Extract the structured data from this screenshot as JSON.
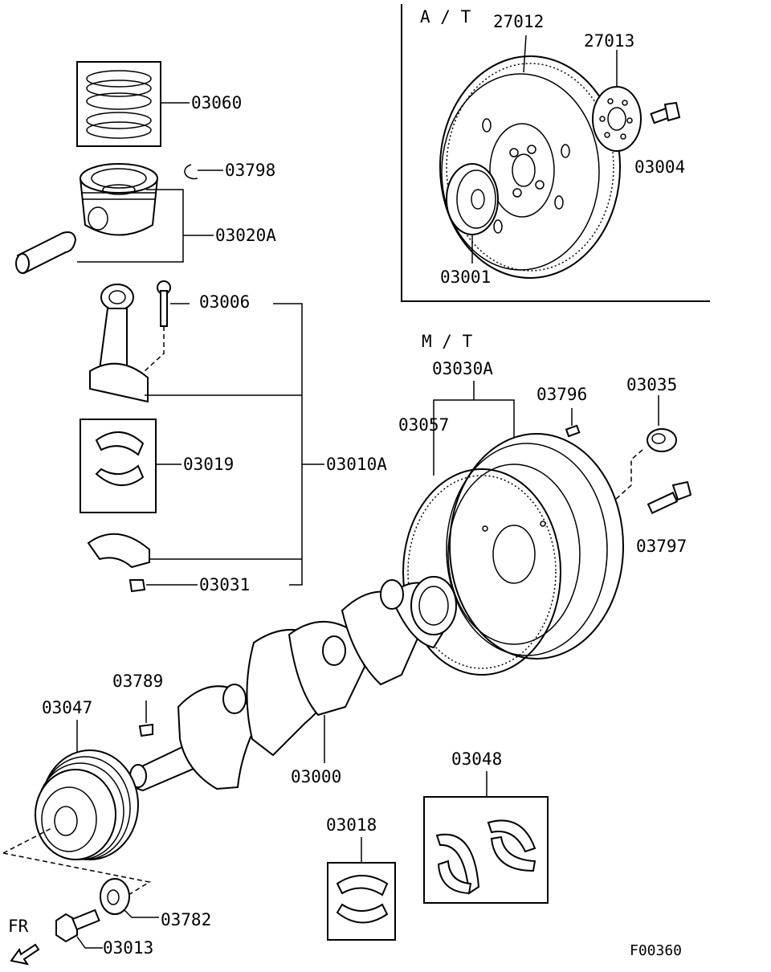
{
  "sections": {
    "at": "A / T",
    "mt": "M / T"
  },
  "parts": {
    "p27012": "27012",
    "p27013": "27013",
    "p03004": "03004",
    "p03001": "03001",
    "p03060": "03060",
    "p03798": "03798",
    "p03020A": "03020A",
    "p03006": "03006",
    "p03019": "03019",
    "p03010A": "03010A",
    "p03031": "03031",
    "p03030A": "03030A",
    "p03796": "03796",
    "p03035": "03035",
    "p03057": "03057",
    "p03797": "03797",
    "p03789": "03789",
    "p03047": "03047",
    "p03000": "03000",
    "p03048": "03048",
    "p03018": "03018",
    "p03782": "03782",
    "p03013": "03013"
  },
  "direction": "FR",
  "figure_id": "F00360"
}
